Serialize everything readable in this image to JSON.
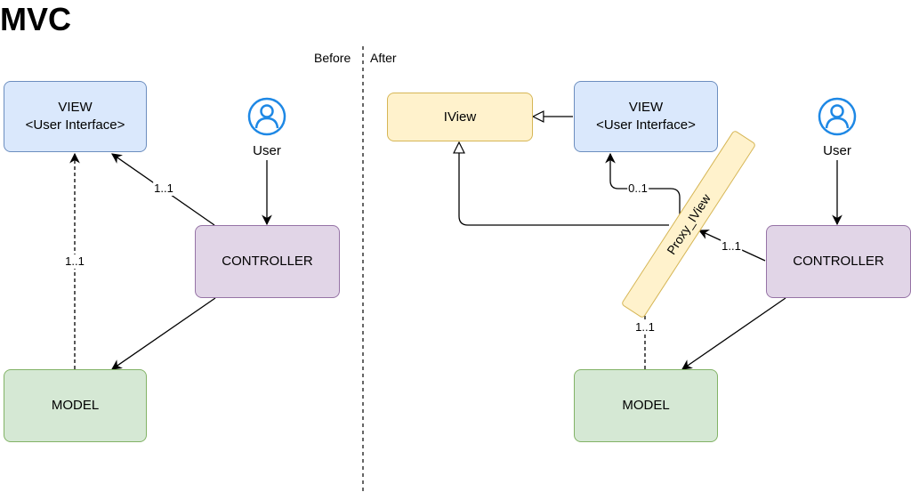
{
  "title": "MVC",
  "divider": {
    "before": "Before",
    "after": "After"
  },
  "before": {
    "view": {
      "line1": "VIEW",
      "line2": "<User Interface>"
    },
    "controller": "CONTROLLER",
    "model": "MODEL",
    "user": "User",
    "edge_controller_view": "1..1",
    "edge_model_view": "1..1"
  },
  "after": {
    "iview": "IView",
    "view": {
      "line1": "VIEW",
      "line2": "<User Interface>"
    },
    "proxy": "Proxy_IView",
    "controller": "CONTROLLER",
    "model": "MODEL",
    "user": "User",
    "edge_proxy_view": "0..1",
    "edge_controller_proxy": "1..1",
    "edge_model_proxy": "1..1"
  },
  "colors": {
    "view_fill": "#dae8fc",
    "view_stroke": "#6c8ebf",
    "controller_fill": "#e1d5e7",
    "controller_stroke": "#9673a6",
    "model_fill": "#d5e8d4",
    "model_stroke": "#82b366",
    "interface_fill": "#fff2cc",
    "interface_stroke": "#d6b656",
    "user_icon": "#1e88e5"
  },
  "icons": {
    "user": "user-icon"
  }
}
